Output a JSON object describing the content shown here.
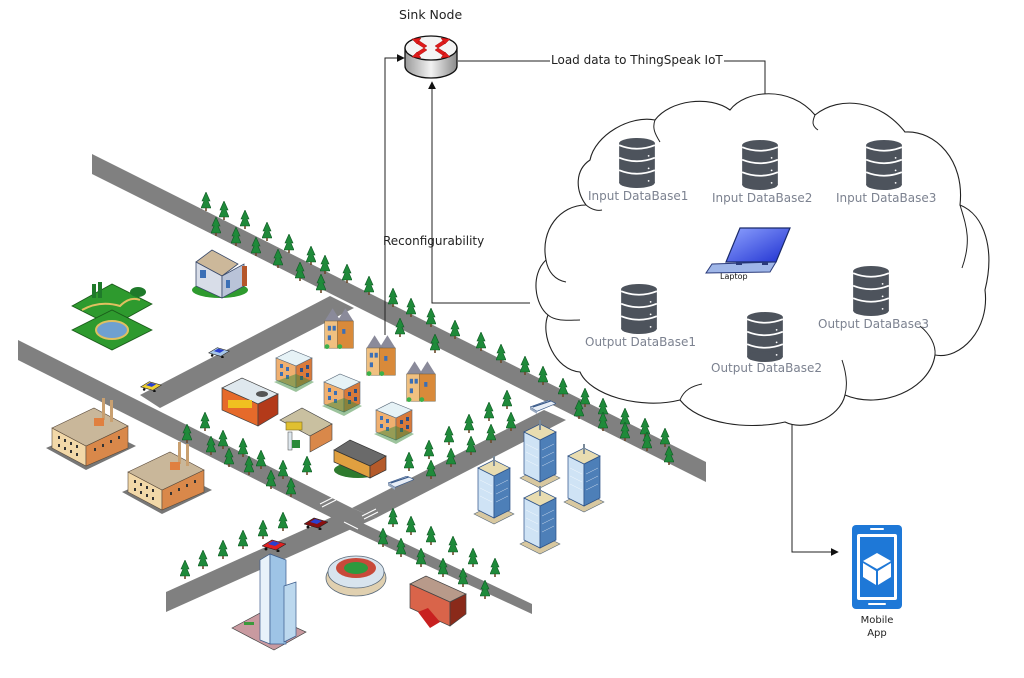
{
  "diagram": {
    "sink_node": {
      "label": "Sink Node",
      "icon": "router-icon"
    },
    "edges": {
      "load_data": "Load data to ThingSpeak IoT",
      "reconfigurability": "Reconfigurability"
    },
    "cloud": {
      "icon": "cloud-icon",
      "databases": [
        {
          "label": "Input DataBase1",
          "icon": "database-icon"
        },
        {
          "label": "Input DataBase2",
          "icon": "database-icon"
        },
        {
          "label": "Input DataBase3",
          "icon": "database-icon"
        },
        {
          "label": "Output DataBase1",
          "icon": "database-icon"
        },
        {
          "label": "Output DataBase2",
          "icon": "database-icon"
        },
        {
          "label": "Output DataBase3",
          "icon": "database-icon"
        }
      ],
      "laptop": {
        "label": "Laptop",
        "icon": "laptop-icon"
      }
    },
    "mobile_app": {
      "label_line1": "Mobile",
      "label_line2": "App",
      "icon": "mobile-app-icon"
    },
    "city": {
      "elements": [
        "park",
        "house",
        "townhouses",
        "apartments",
        "shop",
        "gas-station",
        "school",
        "factory",
        "factory",
        "skyscraper",
        "stadium",
        "fire-station",
        "office-towers",
        "cars",
        "buses",
        "trees",
        "roads"
      ]
    },
    "colors": {
      "road": "#808080",
      "tree": "#1f8a3a",
      "database": "#4d535c",
      "db_label": "#7c8290",
      "router_arrow": "#e01b1b",
      "mobile_blue": "#1e78d7",
      "laptop_blue": "#2a3fd6"
    }
  }
}
